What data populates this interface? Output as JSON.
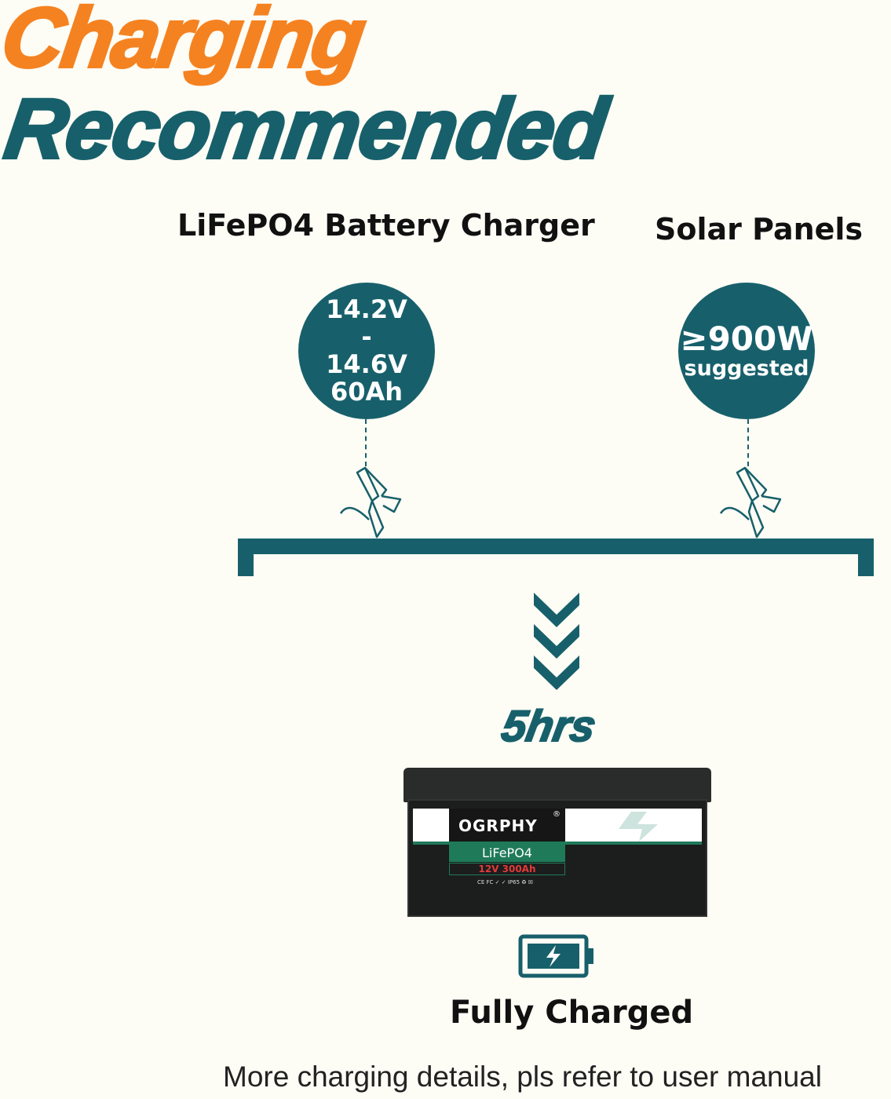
{
  "header": {
    "line1": "Charging",
    "line2": "Recommended"
  },
  "sources": [
    {
      "label": "LiFePO4 Battery Charger",
      "spec_lines": [
        "14.2V",
        "-",
        "14.6V",
        "60Ah"
      ]
    },
    {
      "label": "Solar Panels",
      "spec_lines": [
        "≥900W",
        "suggested"
      ]
    }
  ],
  "charge_time": "5hrs",
  "battery": {
    "brand": "OGRPHY",
    "registered": "®",
    "chemistry": "LiFePO4",
    "rating": "12V 300Ah",
    "certs": "CE FC ✓ ✓ IP65 ♻ ☒"
  },
  "status": "Fully Charged",
  "footnote": "More charging details, pls refer to user manual",
  "colors": {
    "orange": "#f58220",
    "teal": "#17606b",
    "background": "#fdfcf5"
  }
}
